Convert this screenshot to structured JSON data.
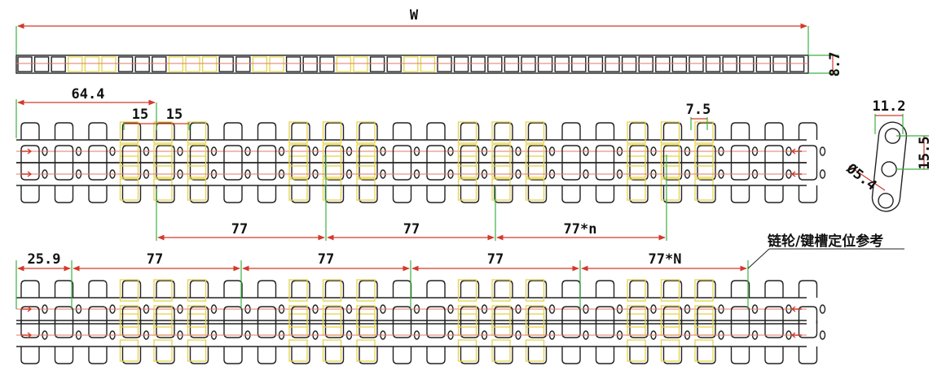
{
  "dimensions": {
    "width_label": "W",
    "height_label": "8.7",
    "offset_label": "64.4",
    "pitch_a": "15",
    "pitch_b": "15",
    "pin_offset": "7.5",
    "link_width": "11.2",
    "link_pitch": "15.5",
    "hole_dia": "Ø5.4",
    "spacing_1": "77",
    "spacing_2": "77",
    "spacing_n": "77*n",
    "edge_offset": "25.9",
    "spacing_b1": "77",
    "spacing_b2": "77",
    "spacing_b3": "77",
    "spacing_bN": "77*N"
  },
  "note": "链轮/键槽定位参考",
  "colors": {
    "dimension": "#d23a2a",
    "extension": "#3cb043",
    "highlight": "#e6d24a",
    "outline": "#222222"
  }
}
